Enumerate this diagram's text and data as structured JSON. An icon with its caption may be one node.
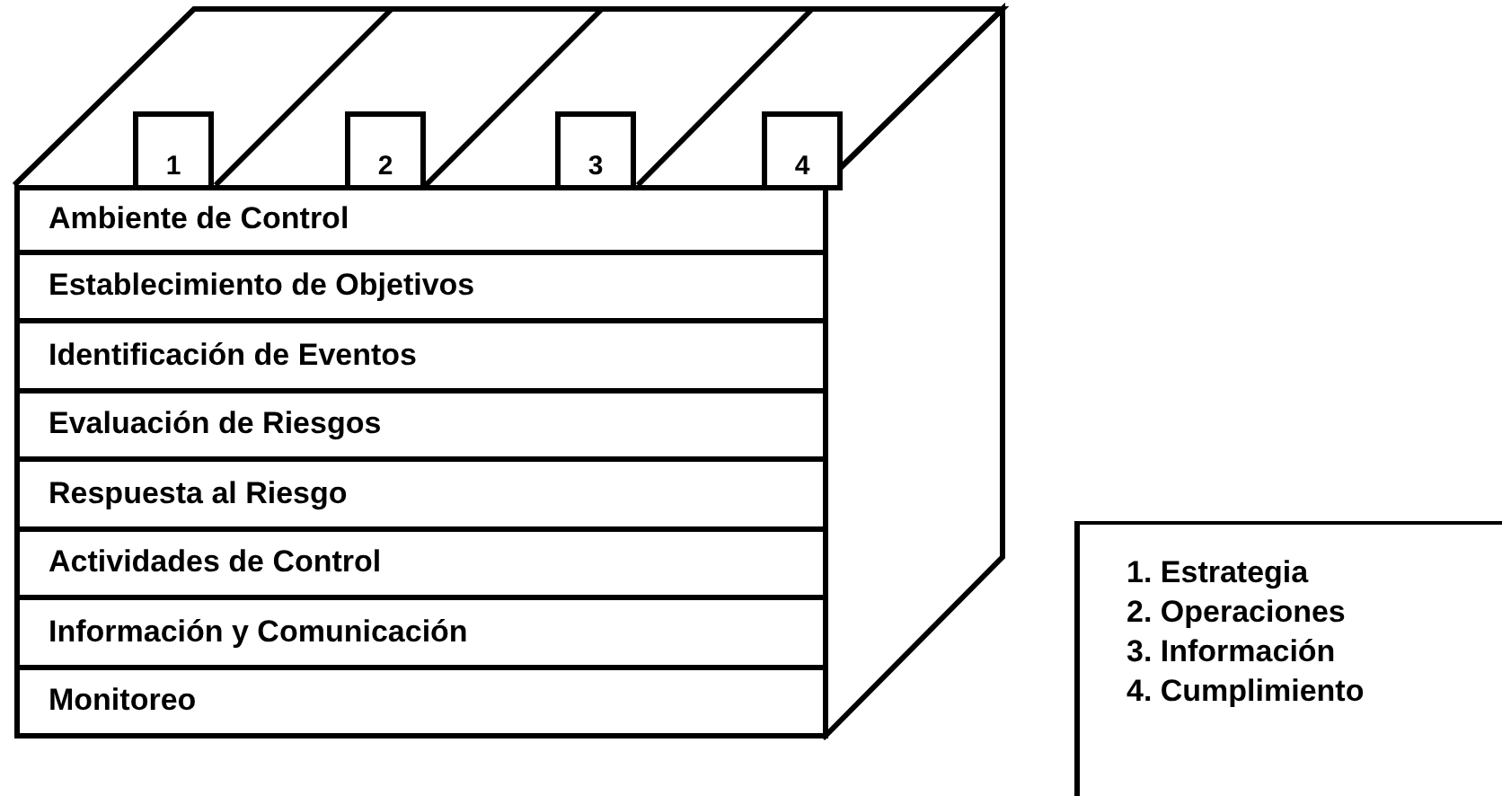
{
  "diagram": {
    "nodes": [
      {
        "text": [
          "1"
        ]
      },
      {
        "text": [
          "2"
        ]
      },
      {
        "text": [
          "3"
        ]
      },
      {
        "text": [
          "4"
        ]
      },
      {
        "text": [
          "Ambiente de Control"
        ]
      },
      {
        "text": [
          "Establecimiento de Objetivos"
        ]
      },
      {
        "text": [
          "Identificación de Eventos"
        ]
      },
      {
        "text": [
          "Evaluación de Riesgos"
        ]
      },
      {
        "text": [
          "Respuesta al Riesgo"
        ]
      },
      {
        "text": [
          "Actividades de Control"
        ]
      },
      {
        "text": [
          "Información y Comunicación"
        ]
      },
      {
        "text": [
          "Monitoreo"
        ]
      },
      {
        "text": [
          "1. Estrategia",
          "2. Operaciones",
          "3. Información",
          "4. Cumplimiento"
        ]
      }
    ]
  }
}
